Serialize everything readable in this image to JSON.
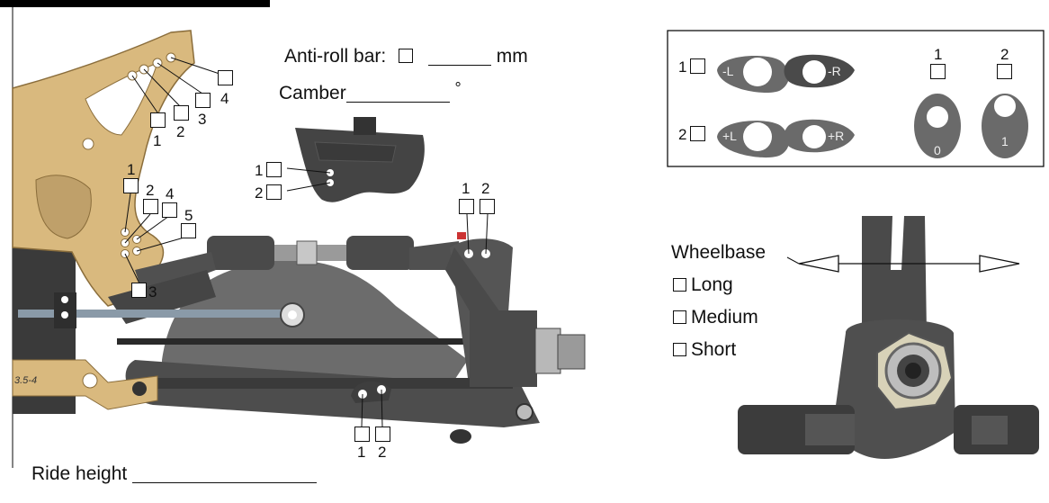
{
  "suspension": {
    "anti_roll_bar": {
      "label": "Anti-roll bar:",
      "unit": "mm"
    },
    "camber": {
      "label": "Camber",
      "unit": "°"
    },
    "ride_height": {
      "label": "Ride height"
    },
    "tower_upper_holes": [
      "1",
      "2",
      "3",
      "4"
    ],
    "tower_lower_holes": [
      "1",
      "2",
      "4",
      "5",
      "3"
    ],
    "bracket_holes": [
      "1",
      "2"
    ],
    "hub_holes": [
      "1",
      "2"
    ],
    "arm_holes": [
      "1",
      "2"
    ],
    "plate_text": "3.5-4"
  },
  "inserts": {
    "row1": {
      "option": "1",
      "left": "-L",
      "right": "-R"
    },
    "row2": {
      "option": "2",
      "left": "+L",
      "right": "+R"
    },
    "washer1": {
      "option": "1",
      "value": "0"
    },
    "washer2": {
      "option": "2",
      "value": "1"
    }
  },
  "wheelbase": {
    "label": "Wheelbase",
    "options": [
      "Long",
      "Medium",
      "Short"
    ]
  },
  "colors": {
    "gold": "#d9b97e",
    "gray": "#5f5f5f",
    "dark": "#3a3a3a"
  }
}
